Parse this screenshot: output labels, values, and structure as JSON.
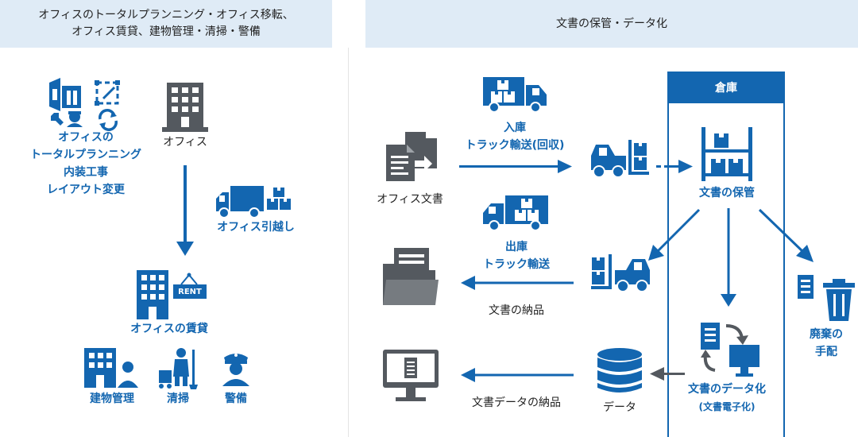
{
  "left_header": {
    "line1": "オフィスのトータルプランニング・オフィス移転、",
    "line2": "オフィス賃貸、建物管理・清掃・警備"
  },
  "right_header": {
    "title": "文書の保管・データ化"
  },
  "left": {
    "planning": {
      "line1": "オフィスの",
      "line2": "トータルプランニング",
      "line3": "内装工事",
      "line4": "レイアウト変更"
    },
    "office": "オフィス",
    "moving": "オフィス引越し",
    "rent_sign": "RENT",
    "rental": "オフィスの賃貸",
    "building_management": "建物管理",
    "cleaning": "清掃",
    "security": "警備"
  },
  "right": {
    "office_docs": "オフィス文書",
    "inbound": {
      "line1": "入庫",
      "line2": "トラック輸送(回収)"
    },
    "warehouse": "倉庫",
    "storage": "文書の保管",
    "outbound": {
      "line1": "出庫",
      "line2": "トラック輸送"
    },
    "delivery": "文書の納品",
    "disposal": {
      "line1": "廃棄の",
      "line2": "手配"
    },
    "digitization": "文書のデータ化",
    "digitization_sub": "(文書電子化)",
    "data": "データ",
    "data_delivery": "文書データの納品"
  },
  "colors": {
    "primary": "#1366b0",
    "icon_dark": "#54595f",
    "header_bg": "#dfebf6",
    "divider": "#e3e3e3"
  }
}
